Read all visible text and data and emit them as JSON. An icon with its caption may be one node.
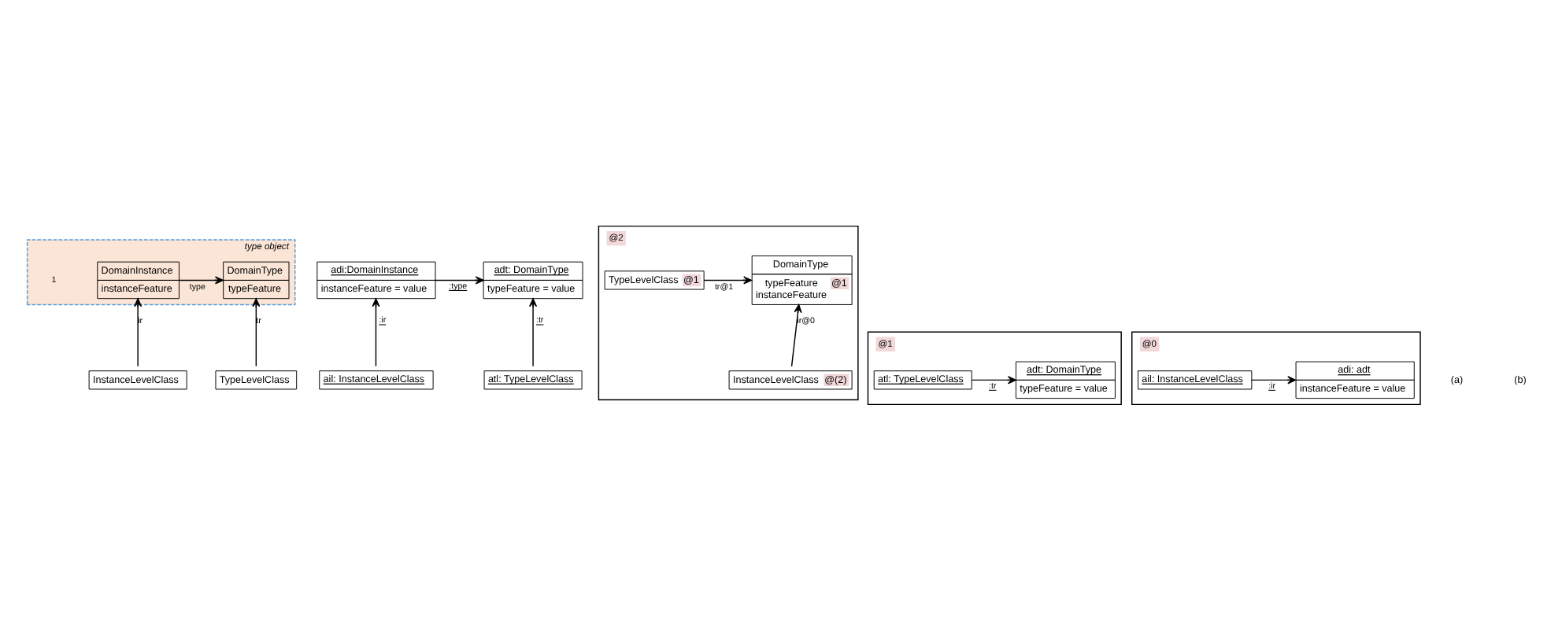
{
  "diagram": {
    "nodes": [
      {
        "text": [
          "type object"
        ]
      },
      {
        "text": [
          "DomainType",
          "typeFeature"
        ],
        "in": 0
      },
      {
        "text": [
          "DomainInstance",
          "instanceFeature"
        ],
        "in": 0
      },
      {
        "text": [
          "TypeLevelClass"
        ]
      },
      {
        "text": [
          "InstanceLevelClass"
        ]
      },
      {
        "text": [
          "adt: DomainType",
          "typeFeature = value"
        ]
      },
      {
        "text": [
          "adi:DomainInstance",
          "instanceFeature = value"
        ]
      },
      {
        "text": [
          "atl: TypeLevelClass"
        ]
      },
      {
        "text": [
          "ail: InstanceLevelClass"
        ]
      },
      {
        "text": [
          "@2"
        ]
      },
      {
        "text": [
          "DomainType",
          "typeFeature",
          "@1",
          "instanceFeature"
        ],
        "in": 9
      },
      {
        "text": [
          "TypeLevelClass",
          "@1"
        ],
        "in": 9
      },
      {
        "text": [
          "InstanceLevelClass",
          "@(2)"
        ],
        "in": 9
      },
      {
        "text": [
          "@1"
        ]
      },
      {
        "text": [
          "adt: DomainType",
          "typeFeature = value"
        ],
        "in": 13
      },
      {
        "text": [
          "atl: TypeLevelClass"
        ],
        "in": 13
      },
      {
        "text": [
          "@0"
        ]
      },
      {
        "text": [
          "adi: adt",
          "instanceFeature = value"
        ],
        "in": 16
      },
      {
        "text": [
          "ail: InstanceLevelClass"
        ],
        "in": 16
      }
    ],
    "edges": [
      {
        "from": 2,
        "to": 1,
        "arrow": "to",
        "label": "type"
      },
      {
        "from": 3,
        "to": 1,
        "arrow": "to",
        "label": "tr"
      },
      {
        "from": 4,
        "to": 2,
        "arrow": "to",
        "label": "ir"
      },
      {
        "from": 6,
        "to": 5,
        "arrow": "to",
        "label": ":type"
      },
      {
        "from": 7,
        "to": 5,
        "arrow": "to",
        "label": ":tr"
      },
      {
        "from": 8,
        "to": 6,
        "arrow": "to",
        "label": ":ir"
      },
      {
        "from": 11,
        "to": 10,
        "arrow": "to",
        "label": "tr@1"
      },
      {
        "from": 12,
        "to": 10,
        "arrow": "to",
        "label": "ir@0"
      },
      {
        "from": 15,
        "to": 14,
        "arrow": "to",
        "label": ":tr"
      },
      {
        "from": 18,
        "to": 17,
        "arrow": "to",
        "label": ":ir"
      }
    ],
    "labels": [
      "1",
      "(a)",
      "(b)"
    ]
  }
}
